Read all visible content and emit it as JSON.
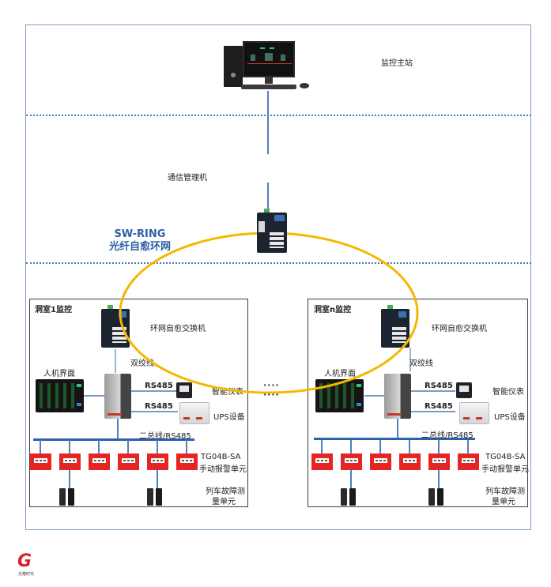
{
  "top": {
    "station_label": "监控主站",
    "comm_manager_label": "通信管理机"
  },
  "ring": {
    "title_en": "SW-RING",
    "title_cn": "光纤自愈环网",
    "color": "#f5b800"
  },
  "panels": [
    {
      "title": "洞室1监控",
      "ring_switch_label": "环网自愈交换机",
      "twisted_pair_label": "双绞线",
      "hmi_label": "人机界面",
      "rs485_1": "RS485",
      "meter_label": "智能仪表",
      "rs485_2": "RS485",
      "ups_label": "UPS设备",
      "bus_label": "二总线/RS485",
      "alarm_model": "TG04B-SA",
      "alarm_label": "手动报警单元",
      "alarm_count": 6,
      "measure_label_1": "列车故障测",
      "measure_label_2": "量单元"
    },
    {
      "title": "洞室n监控",
      "ring_switch_label": "环网自愈交换机",
      "twisted_pair_label": "双绞线",
      "hmi_label": "人机界面",
      "rs485_1": "RS485",
      "meter_label": "智能仪表",
      "rs485_2": "RS485",
      "ups_label": "UPS设备",
      "bus_label": "二总线/RS485",
      "alarm_model": "TG04B-SA",
      "alarm_label": "手动报警单元",
      "alarm_count": 6,
      "measure_label_1": "列车故障测",
      "measure_label_2": "量单元"
    }
  ],
  "ellipsis": "····",
  "logo": {
    "glyph": "G",
    "text": "光格时代",
    "color": "#d9232a"
  }
}
